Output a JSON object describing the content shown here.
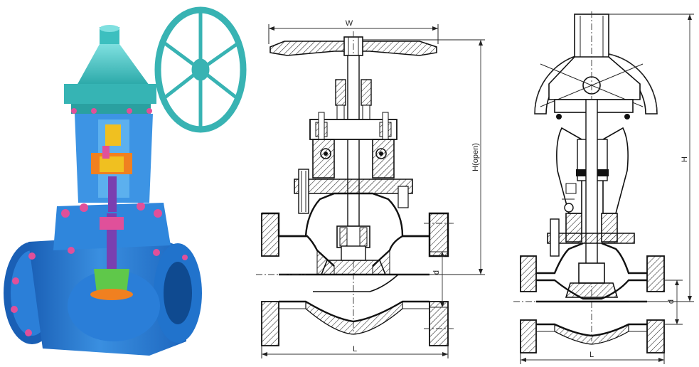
{
  "figure": {
    "render_panel": {
      "illustration": "3d-cutaway-gear-operated-globe-valve"
    },
    "section_drawing_handwheel": {
      "labels": {
        "width": "W",
        "height_open": "H(open)",
        "bore": "d",
        "length": "L"
      }
    },
    "section_drawing_gear": {
      "labels": {
        "height": "H",
        "bore": "d",
        "length": "L"
      }
    }
  },
  "colors": {
    "body": "#2b7fd8",
    "body_dark": "#1558a8",
    "bonnet": "#4aa3e8",
    "gear_box": "#3cbfbf",
    "handwheel": "#38b3b3",
    "bolts": "#e0509a",
    "stem": "#7a3fb0",
    "packing": "#f0c020",
    "disc": "#5fc84a",
    "seat": "#f08020",
    "line": "#111111",
    "hatch": "#222222"
  }
}
